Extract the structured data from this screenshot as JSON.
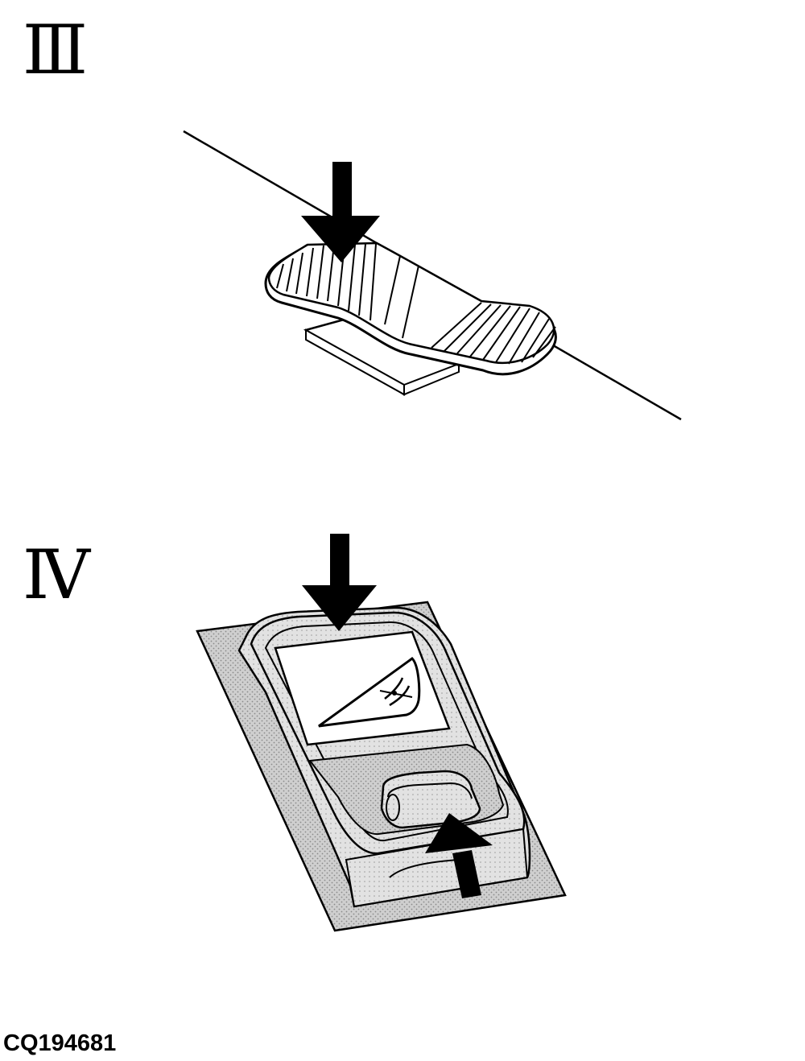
{
  "steps": {
    "step_iii": {
      "label": "Ⅲ"
    },
    "step_iv": {
      "label": "Ⅳ"
    }
  },
  "figure": {
    "code": "CQ194681"
  },
  "colors": {
    "ink": "#000000",
    "paper": "#ffffff",
    "panel_gray": "#c8c8c8",
    "button_gray": "#d8d8d8"
  },
  "icons": [
    "down-arrow-icon",
    "up-arrow-icon",
    "mower-triangle-icon"
  ]
}
